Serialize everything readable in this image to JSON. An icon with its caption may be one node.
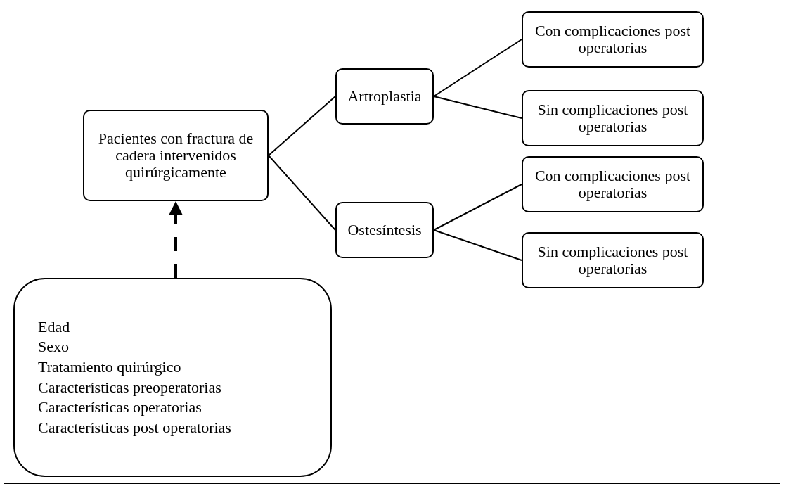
{
  "diagram": {
    "nodes": [
      {
        "text": [
          "Pacientes con fractura de cadera intervenidos quirúrgicamente"
        ]
      },
      {
        "text": [
          "Artroplastia"
        ]
      },
      {
        "text": [
          "Ostesíntesis"
        ]
      },
      {
        "text": [
          "Con complicaciones post operatorias"
        ]
      },
      {
        "text": [
          "Sin complicaciones post operatorias"
        ]
      },
      {
        "text": [
          "Con complicaciones post operatorias"
        ]
      },
      {
        "text": [
          "Sin complicaciones post operatorias"
        ]
      },
      {
        "text": [
          "Edad",
          "Sexo",
          "Tratamiento quirúrgico",
          "Características preoperatorias",
          "Características operatorias",
          "Características post operatorias"
        ]
      }
    ],
    "edges": [
      {
        "from": 0,
        "to": 1,
        "arrow": "none"
      },
      {
        "from": 0,
        "to": 2,
        "arrow": "none"
      },
      {
        "from": 1,
        "to": 3,
        "arrow": "none"
      },
      {
        "from": 1,
        "to": 4,
        "arrow": "none"
      },
      {
        "from": 2,
        "to": 5,
        "arrow": "none"
      },
      {
        "from": 2,
        "to": 6,
        "arrow": "none"
      },
      {
        "from": 7,
        "to": 0,
        "arrow": "to",
        "style": "dashed"
      }
    ]
  }
}
